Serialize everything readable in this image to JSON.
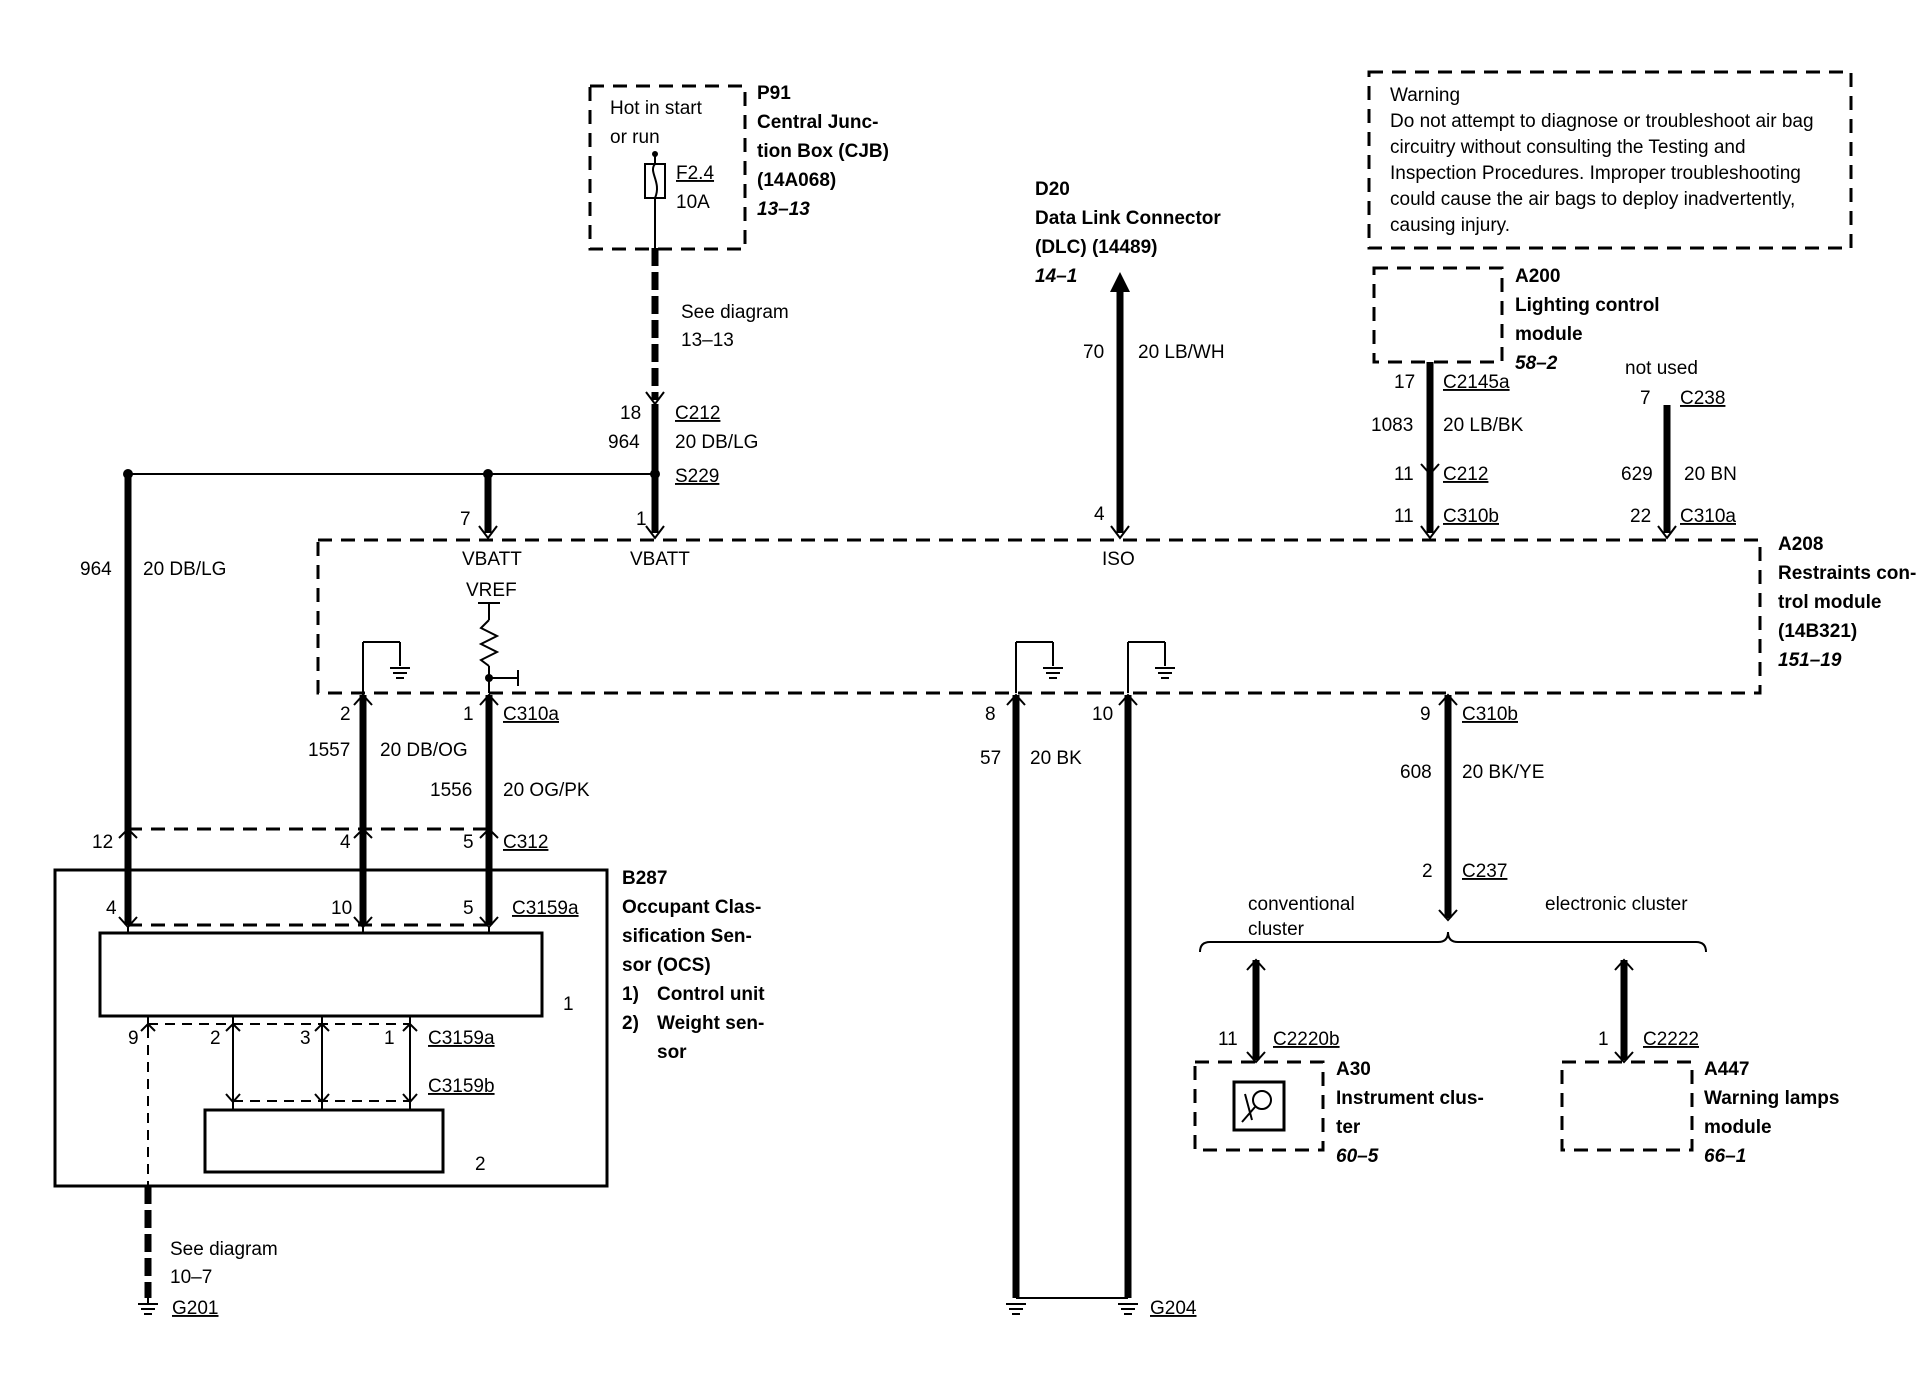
{
  "fuse_box": {
    "hot": "Hot in start",
    "hot2": "or run",
    "fuse_id": "F2.4",
    "fuse_amps": "10A",
    "id": "P91",
    "name1": "Central Junc-",
    "name2": "tion Box (CJB)",
    "part": "(14A068)",
    "ref": "13–13"
  },
  "see_diagram_top": {
    "line1": "See diagram",
    "line2": "13–13"
  },
  "c212_top": {
    "pin": "18",
    "connector": "C212",
    "circuit": "964",
    "wire": "20 DB/LG",
    "splice": "S229"
  },
  "dlc": {
    "id": "D20",
    "name": "Data Link Connector",
    "part": "(DLC) (14489)",
    "ref": "14–1",
    "circuit": "70",
    "wire": "20 LB/WH",
    "pin": "4",
    "pin_label": "ISO"
  },
  "warning": {
    "title": "Warning",
    "l1": "Do not attempt to diagnose or troubleshoot air bag",
    "l2": "circuitry without consulting the Testing and",
    "l3": "Inspection Procedures. Improper troubleshooting",
    "l4": "could cause the air bags to deploy inadvertently,",
    "l5": "causing injury."
  },
  "lcm": {
    "id": "A200",
    "name1": "Lighting control",
    "name2": "module",
    "ref": "58–2",
    "pin": "17",
    "connector": "C2145a",
    "circuit": "1083",
    "wire": "20 LB/BK",
    "pin2": "11",
    "connector2": "C212",
    "pin3": "11",
    "connector3": "C310b"
  },
  "c238": {
    "note": "not used",
    "pin": "7",
    "connector": "C238",
    "circuit": "629",
    "wire": "20 BN",
    "pin2": "22",
    "connector2": "C310a"
  },
  "rcm": {
    "id": "A208",
    "name1": "Restraints con-",
    "name2": "trol module",
    "part": "(14B321)",
    "ref": "151–19",
    "pin7": "7",
    "pin7_label": "VBATT",
    "pin1": "1",
    "pin1_label": "VBATT",
    "vref": "VREF"
  },
  "left_wire": {
    "circuit": "964",
    "wire": "20 DB/LG"
  },
  "ocs_wires": {
    "pin2": "2",
    "pin1": "1",
    "connector": "C310a",
    "circ1557": "1557",
    "wire1557": "20 DB/OG",
    "circ1556": "1556",
    "wire1556": "20 OG/PK",
    "p12": "12",
    "p4": "4",
    "p5": "5",
    "connector2": "C312"
  },
  "ocs": {
    "id": "B287",
    "name1": "Occupant Clas-",
    "name2": "sification Sen-",
    "name3": "sor (OCS)",
    "item1_num": "1)",
    "item1": "Control unit",
    "item2_num": "2)",
    "item2": "Weight sen-",
    "item2b": "sor",
    "p4": "4",
    "p10": "10",
    "p5": "5",
    "connector": "C3159a",
    "unit1": "1",
    "p9": "9",
    "p2": "2",
    "p3": "3",
    "p1": "1",
    "connector_b1": "C3159a",
    "connector_b2": "C3159b",
    "unit2": "2"
  },
  "see_diagram_bottom": {
    "line1": "See diagram",
    "line2": "10–7",
    "ground": "G201"
  },
  "ground_wires": {
    "pin8": "8",
    "pin10": "10",
    "circuit": "57",
    "wire": "20 BK",
    "ground": "G204"
  },
  "c310b_bottom": {
    "pin": "9",
    "connector": "C310b",
    "circuit": "608",
    "wire": "20 BK/YE",
    "pin2": "2",
    "connector2": "C237"
  },
  "clusters": {
    "conv1": "conventional",
    "conv2": "cluster",
    "elec": "electronic cluster"
  },
  "ic": {
    "pin": "11",
    "connector": "C2220b",
    "id": "A30",
    "name1": "Instrument clus-",
    "name2": "ter",
    "ref": "60–5"
  },
  "wlm": {
    "pin": "1",
    "connector": "C2222",
    "id": "A447",
    "name1": "Warning lamps",
    "name2": "module",
    "ref": "66–1"
  }
}
